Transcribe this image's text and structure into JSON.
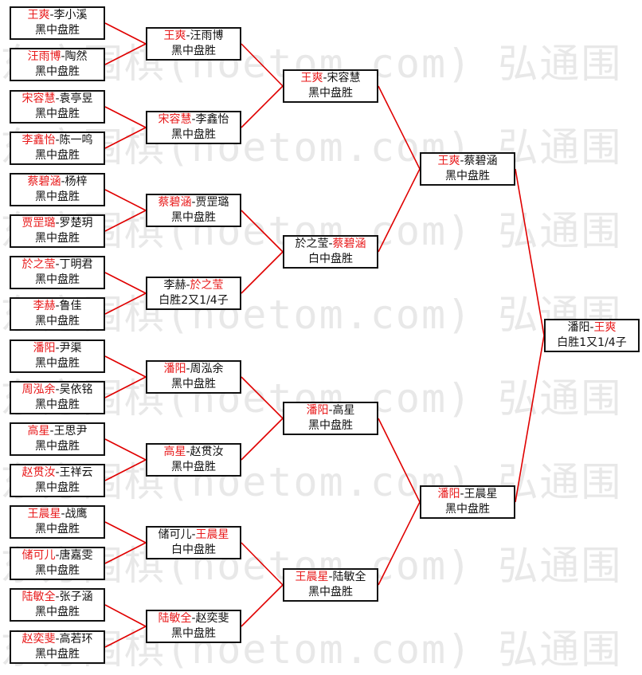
{
  "watermark": "东方围棋(hoetom.com) 弘通围",
  "colors": {
    "winner": "#e8191a",
    "line": "#e00000",
    "border": "#111111"
  },
  "rounds": [
    {
      "name": "round1",
      "matches": [
        {
          "id": "r1m1",
          "p1": "王爽",
          "p2": "李小溪",
          "winner": 1,
          "result": "黑中盘胜"
        },
        {
          "id": "r1m2",
          "p1": "汪雨博",
          "p2": "陶然",
          "winner": 1,
          "result": "黑中盘胜"
        },
        {
          "id": "r1m3",
          "p1": "宋容慧",
          "p2": "袁亭昱",
          "winner": 1,
          "result": "黑中盘胜"
        },
        {
          "id": "r1m4",
          "p1": "李鑫怡",
          "p2": "陈一鸣",
          "winner": 1,
          "result": "黑中盘胜"
        },
        {
          "id": "r1m5",
          "p1": "蔡碧涵",
          "p2": "杨梓",
          "winner": 1,
          "result": "黑中盘胜"
        },
        {
          "id": "r1m6",
          "p1": "贾罡璐",
          "p2": "罗楚玥",
          "winner": 1,
          "result": "黑中盘胜"
        },
        {
          "id": "r1m7",
          "p1": "於之莹",
          "p2": "丁明君",
          "winner": 1,
          "result": "黑中盘胜"
        },
        {
          "id": "r1m8",
          "p1": "李赫",
          "p2": "鲁佳",
          "winner": 1,
          "result": "黑中盘胜"
        },
        {
          "id": "r1m9",
          "p1": "潘阳",
          "p2": "尹渠",
          "winner": 1,
          "result": "黑中盘胜"
        },
        {
          "id": "r1m10",
          "p1": "周泓余",
          "p2": "吴依铭",
          "winner": 1,
          "result": "黑中盘胜"
        },
        {
          "id": "r1m11",
          "p1": "高星",
          "p2": "王思尹",
          "winner": 1,
          "result": "黑中盘胜"
        },
        {
          "id": "r1m12",
          "p1": "赵贯汝",
          "p2": "王祥云",
          "winner": 1,
          "result": "黑中盘胜"
        },
        {
          "id": "r1m13",
          "p1": "王晨星",
          "p2": "战鹰",
          "winner": 1,
          "result": "黑中盘胜"
        },
        {
          "id": "r1m14",
          "p1": "储可儿",
          "p2": "唐嘉雯",
          "winner": 1,
          "result": "黑中盘胜"
        },
        {
          "id": "r1m15",
          "p1": "陆敏全",
          "p2": "张子涵",
          "winner": 1,
          "result": "黑中盘胜"
        },
        {
          "id": "r1m16",
          "p1": "赵奕斐",
          "p2": "高若环",
          "winner": 1,
          "result": "黑中盘胜"
        }
      ]
    },
    {
      "name": "round2",
      "matches": [
        {
          "id": "r2m1",
          "p1": "王爽",
          "p2": "汪雨博",
          "winner": 1,
          "result": "黑中盘胜"
        },
        {
          "id": "r2m2",
          "p1": "宋容慧",
          "p2": "李鑫怡",
          "winner": 1,
          "result": "黑中盘胜"
        },
        {
          "id": "r2m3",
          "p1": "蔡碧涵",
          "p2": "贾罡璐",
          "winner": 1,
          "result": "黑中盘胜"
        },
        {
          "id": "r2m4",
          "p1": "李赫",
          "p2": "於之莹",
          "winner": 2,
          "result": "白胜2又1/4子"
        },
        {
          "id": "r2m5",
          "p1": "潘阳",
          "p2": "周泓余",
          "winner": 1,
          "result": "黑中盘胜"
        },
        {
          "id": "r2m6",
          "p1": "高星",
          "p2": "赵贯汝",
          "winner": 1,
          "result": "黑中盘胜"
        },
        {
          "id": "r2m7",
          "p1": "储可儿",
          "p2": "王晨星",
          "winner": 2,
          "result": "白中盘胜"
        },
        {
          "id": "r2m8",
          "p1": "陆敏全",
          "p2": "赵奕斐",
          "winner": 1,
          "result": "黑中盘胜"
        }
      ]
    },
    {
      "name": "round3",
      "matches": [
        {
          "id": "r3m1",
          "p1": "王爽",
          "p2": "宋容慧",
          "winner": 1,
          "result": "黑中盘胜"
        },
        {
          "id": "r3m2",
          "p1": "於之莹",
          "p2": "蔡碧涵",
          "winner": 2,
          "result": "白中盘胜"
        },
        {
          "id": "r3m3",
          "p1": "潘阳",
          "p2": "高星",
          "winner": 1,
          "result": "黑中盘胜"
        },
        {
          "id": "r3m4",
          "p1": "王晨星",
          "p2": "陆敏全",
          "winner": 1,
          "result": "黑中盘胜"
        }
      ]
    },
    {
      "name": "round4",
      "matches": [
        {
          "id": "r4m1",
          "p1": "王爽",
          "p2": "蔡碧涵",
          "winner": 1,
          "result": "黑中盘胜"
        },
        {
          "id": "r4m2",
          "p1": "潘阳",
          "p2": "王晨星",
          "winner": 1,
          "result": "黑中盘胜"
        }
      ]
    },
    {
      "name": "final",
      "matches": [
        {
          "id": "final",
          "p1": "潘阳",
          "p2": "王爽",
          "winner": 2,
          "result": "白胜1又1/4子"
        }
      ]
    }
  ]
}
